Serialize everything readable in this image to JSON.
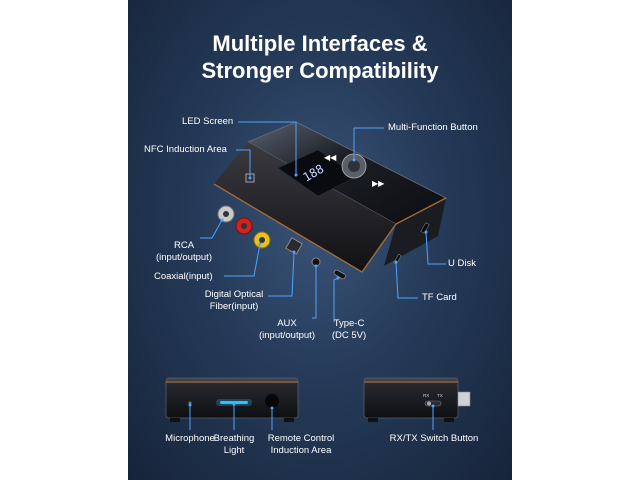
{
  "title_line1": "Multiple Interfaces &",
  "title_line2": "Stronger Compatibility",
  "labels": {
    "led_screen": "LED Screen",
    "nfc": "NFC Induction Area",
    "multi_function": "Multi-Function Button",
    "rca_1": "RCA",
    "rca_2": "(input/output)",
    "coaxial": "Coaxial(input)",
    "optical_1": "Digital Optical",
    "optical_2": "Fiber(input)",
    "aux_1": "AUX",
    "aux_2": "(input/output)",
    "typec_1": "Type-C",
    "typec_2": "(DC 5V)",
    "u_disk": "U Disk",
    "tf_card": "TF Card",
    "microphone": "Microphone",
    "breathing_1": "Breathing",
    "breathing_2": "Light",
    "remote_1": "Remote Control",
    "remote_2": "Induction Area",
    "rx_tx": "RX/TX Switch Button"
  },
  "device_text": {
    "screen_digits": "188",
    "switch_rx": "RX",
    "switch_tx": "TX"
  },
  "colors": {
    "accent_line": "#4fa3ff",
    "background_dark": "#16243a",
    "rca_red": "#d2231f",
    "rca_yellow": "#e8c21a"
  }
}
